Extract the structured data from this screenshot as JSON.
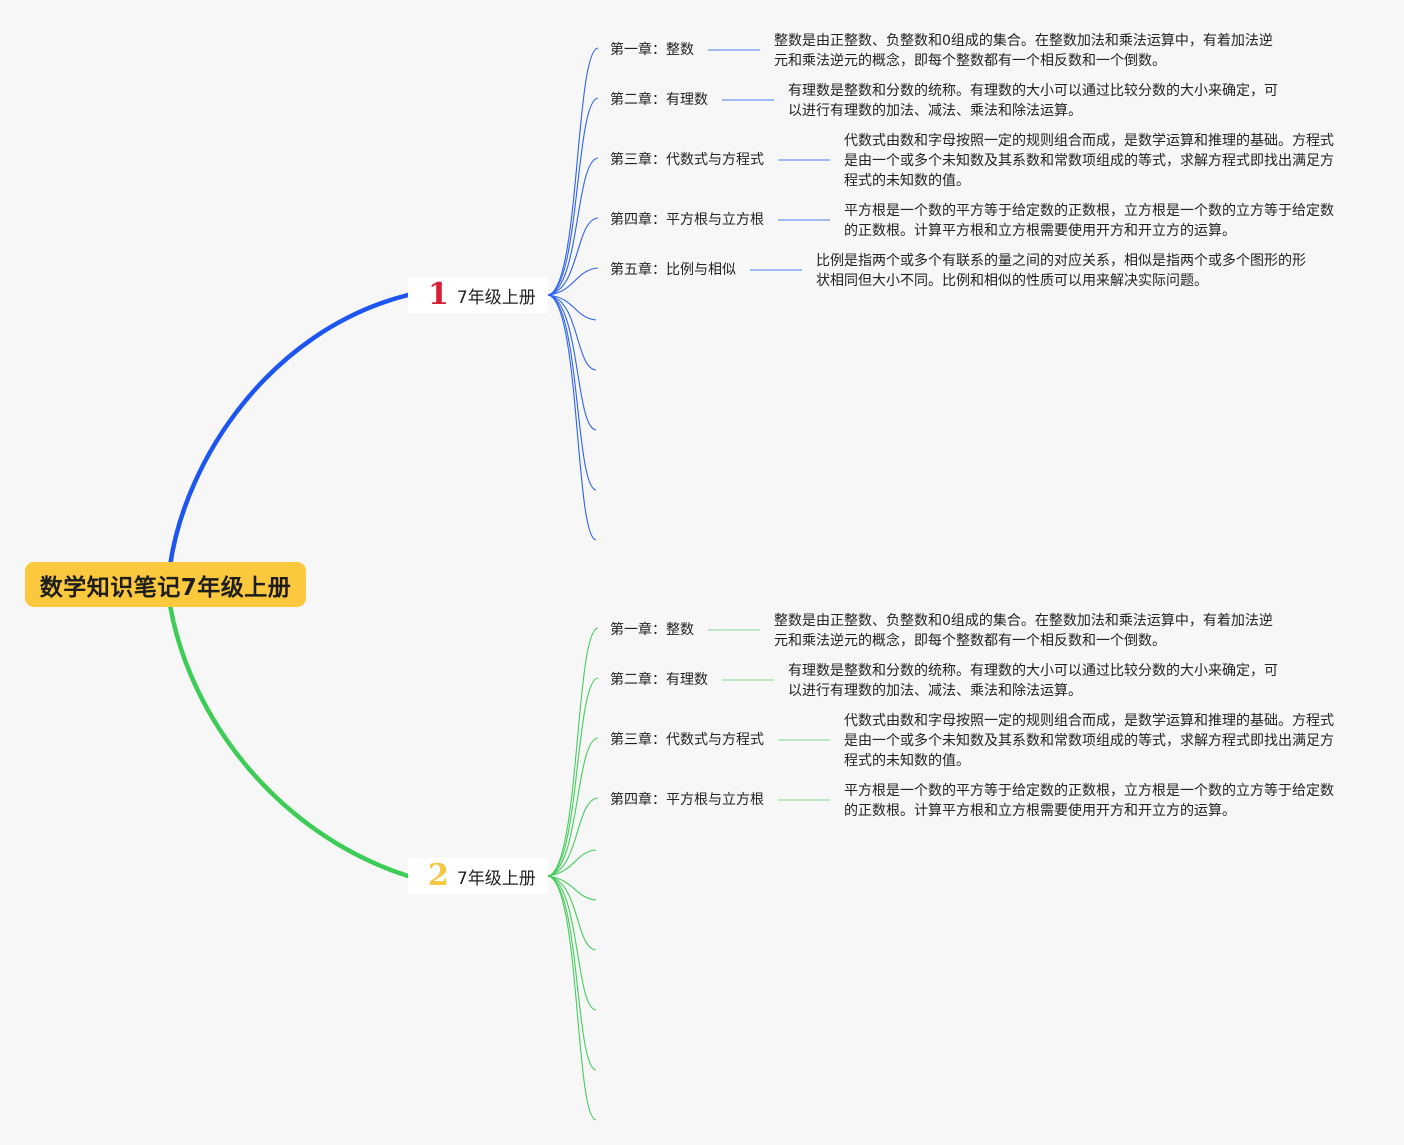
{
  "root": {
    "title": "数学知识笔记7年级上册"
  },
  "branches": [
    {
      "number": "1",
      "label": "7年级上册",
      "color": "#1d55f0",
      "number_color": "#d81f36",
      "chapters": [
        {
          "title": "第一章：整数",
          "desc": "整数是由正整数、负整数和0组成的集合。在整数加法和乘法运算中，有着加法逆元和乘法逆元的概念，即每个整数都有一个相反数和一个倒数。"
        },
        {
          "title": "第二章：有理数",
          "desc": "有理数是整数和分数的统称。有理数的大小可以通过比较分数的大小来确定，可以进行有理数的加法、减法、乘法和除法运算。"
        },
        {
          "title": "第三章：代数式与方程式",
          "desc": "代数式由数和字母按照一定的规则组合而成，是数学运算和推理的基础。方程式是由一个或多个未知数及其系数和常数项组成的等式，求解方程式即找出满足方程式的未知数的值。"
        },
        {
          "title": "第四章：平方根与立方根",
          "desc": "平方根是一个数的平方等于给定数的正数根，立方根是一个数的立方等于给定数的正数根。计算平方根和立方根需要使用开方和开立方的运算。"
        },
        {
          "title": "第五章：比例与相似",
          "desc": "比例是指两个或多个有联系的量之间的对应关系，相似是指两个或多个图形的形状相同但大小不同。比例和相似的性质可以用来解决实际问题。"
        }
      ]
    },
    {
      "number": "2",
      "label": "7年级上册",
      "color": "#3dcc55",
      "number_color": "#f5c842",
      "chapters": [
        {
          "title": "第一章：整数",
          "desc": "整数是由正整数、负整数和0组成的集合。在整数加法和乘法运算中，有着加法逆元和乘法逆元的概念，即每个整数都有一个相反数和一个倒数。"
        },
        {
          "title": "第二章：有理数",
          "desc": "有理数是整数和分数的统称。有理数的大小可以通过比较分数的大小来确定，可以进行有理数的加法、减法、乘法和除法运算。"
        },
        {
          "title": "第三章：代数式与方程式",
          "desc": "代数式由数和字母按照一定的规则组合而成，是数学运算和推理的基础。方程式是由一个或多个未知数及其系数和常数项组成的等式，求解方程式即找出满足方程式的未知数的值。"
        },
        {
          "title": "第四章：平方根与立方根",
          "desc": "平方根是一个数的平方等于给定数的正数根，立方根是一个数的立方等于给定数的正数根。计算平方根和立方根需要使用开方和开立方的运算。"
        }
      ]
    }
  ]
}
